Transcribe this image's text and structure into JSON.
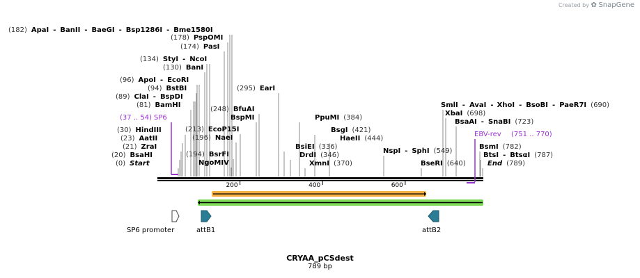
{
  "brand": {
    "created_by": "Created by",
    "name": "SnapGene"
  },
  "title": "CRYAA_pCSdest",
  "subtitle": "789 bp",
  "length": 789,
  "ticks": [
    "200",
    "400",
    "600"
  ],
  "sites": [
    {
      "label": [
        {
          "num": "(182)"
        },
        {
          "enz": "ApaI"
        },
        {
          "dash": "-"
        },
        {
          "enz": "BanII"
        },
        {
          "dash": "-"
        },
        {
          "enz": "BaeGI"
        },
        {
          "dash": "-"
        },
        {
          "enz": "Bsp1286I"
        },
        {
          "dash": "-"
        },
        {
          "enz": "Bme1580I"
        }
      ]
    },
    {
      "label": [
        {
          "num": "(178)"
        },
        {
          "enz": "PspOMI"
        }
      ]
    },
    {
      "label": [
        {
          "num": "(174)"
        },
        {
          "enz": "PasI"
        }
      ]
    },
    {
      "label": [
        {
          "num": "(134)"
        },
        {
          "enz": "StyI"
        },
        {
          "dash": "-"
        },
        {
          "enz": "NcoI"
        }
      ]
    },
    {
      "label": [
        {
          "num": "(130)"
        },
        {
          "enz": "BanI"
        }
      ]
    },
    {
      "label": [
        {
          "num": "(96)"
        },
        {
          "enz": "ApoI"
        },
        {
          "dash": "-"
        },
        {
          "enz": "EcoRI"
        }
      ]
    },
    {
      "label": [
        {
          "num": "(94)"
        },
        {
          "enz": "BstBI"
        }
      ]
    },
    {
      "label": [
        {
          "num": "(89)"
        },
        {
          "enz": "ClaI"
        },
        {
          "dash": "-"
        },
        {
          "enz": "BspDI"
        }
      ]
    },
    {
      "label": [
        {
          "num": "(81)"
        },
        {
          "enz": "BamHI"
        }
      ]
    },
    {
      "label": [
        {
          "num": "(30)"
        },
        {
          "enz": "HindIII"
        }
      ]
    },
    {
      "label": [
        {
          "num": "(23)"
        },
        {
          "enz": "AatII"
        }
      ]
    },
    {
      "label": [
        {
          "num": "(21)"
        },
        {
          "enz": "ZraI"
        }
      ]
    },
    {
      "label": [
        {
          "num": "(20)"
        },
        {
          "enz": "BsaHI"
        }
      ]
    },
    {
      "label": [
        {
          "num": "(0)"
        },
        {
          "enz": "Start",
          "ital": true
        }
      ]
    },
    {
      "label": [
        {
          "num": "(295)"
        },
        {
          "enz": "EarI"
        }
      ]
    },
    {
      "label": [
        {
          "num": "(248)"
        },
        {
          "enz": "BfuAI"
        }
      ]
    },
    {
      "label": [
        {
          "enz": "BspMI"
        }
      ]
    },
    {
      "label": [
        {
          "num": "(213)"
        },
        {
          "enz": "EcoP15I"
        }
      ]
    },
    {
      "label": [
        {
          "num": "(196)"
        },
        {
          "enz": "NaeI"
        }
      ]
    },
    {
      "label": [
        {
          "num": "(194)"
        },
        {
          "enz": "BsrFI"
        }
      ]
    },
    {
      "label": [
        {
          "enz": "NgoMIV"
        }
      ]
    },
    {
      "label": [
        {
          "enz": "PpuMI"
        },
        {
          "num": "(384)"
        }
      ]
    },
    {
      "label": [
        {
          "enz": "BsgI"
        },
        {
          "num": "(421)"
        }
      ]
    },
    {
      "label": [
        {
          "enz": "HaeII"
        },
        {
          "num": "(444)"
        }
      ]
    },
    {
      "label": [
        {
          "enz": "BsiEI"
        },
        {
          "num": "(336)"
        }
      ]
    },
    {
      "label": [
        {
          "enz": "DrdI"
        },
        {
          "num": "(346)"
        }
      ]
    },
    {
      "label": [
        {
          "enz": "XmnI"
        },
        {
          "num": "(370)"
        }
      ]
    },
    {
      "label": [
        {
          "enz": "NspI"
        },
        {
          "dash": "-"
        },
        {
          "enz": "SphI"
        },
        {
          "num": "(549)"
        }
      ]
    },
    {
      "label": [
        {
          "enz": "BseRI"
        },
        {
          "num": "(640)"
        }
      ]
    },
    {
      "label": [
        {
          "enz": "SmlI"
        },
        {
          "dash": "-"
        },
        {
          "enz": "AvaI"
        },
        {
          "dash": "-"
        },
        {
          "enz": "XhoI"
        },
        {
          "dash": "-"
        },
        {
          "enz": "BsoBI"
        },
        {
          "dash": "-"
        },
        {
          "enz": "PaeR7I"
        },
        {
          "num": "(690)"
        }
      ]
    },
    {
      "label": [
        {
          "enz": "XbaI"
        },
        {
          "num": "(698)"
        }
      ]
    },
    {
      "label": [
        {
          "enz": "BsaAI"
        },
        {
          "dash": "-"
        },
        {
          "enz": "SnaBI"
        },
        {
          "num": "(723)"
        }
      ]
    },
    {
      "label": [
        {
          "enz": "BsmI"
        },
        {
          "num": "(782)"
        }
      ]
    },
    {
      "label": [
        {
          "enz": "BtsI"
        },
        {
          "dash": "-"
        },
        {
          "enz": "BtsαI"
        },
        {
          "num": "(787)"
        }
      ]
    },
    {
      "label": [
        {
          "enz": "End",
          "ital": true
        },
        {
          "num": "(789)"
        }
      ]
    }
  ],
  "primers": [
    {
      "name": "SP6",
      "range": "(37 .. 54)",
      "color": "#9b30d0"
    },
    {
      "name": "EBV-rev",
      "range": "(751 .. 770)",
      "color": "#9b30d0"
    }
  ],
  "features": [
    {
      "name": "SP6 promoter",
      "type": "promoter",
      "color": "#ffffff"
    },
    {
      "name": "attB1",
      "type": "att",
      "color": "#2b7d96"
    },
    {
      "name": "attB2",
      "type": "att",
      "color": "#2b7d96"
    }
  ],
  "orf_colors": {
    "orange": "#f5b041",
    "green": "#7ed957"
  }
}
